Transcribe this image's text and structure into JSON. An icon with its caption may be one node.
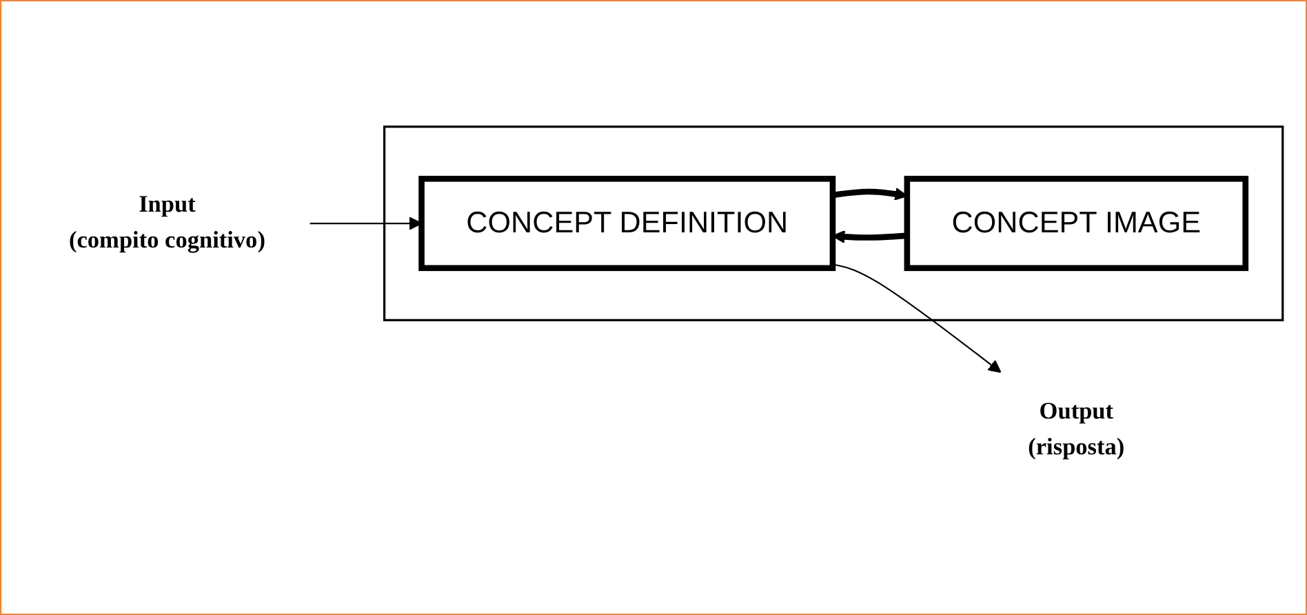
{
  "diagram": {
    "nodes": [
      {
        "text": [
          "Output",
          "(risposta)"
        ]
      },
      {
        "text": [],
        "shape": "box"
      },
      {
        "text": [
          "CONCEPT DEFINITION"
        ],
        "in": 1
      },
      {
        "text": [
          "CONCEPT IMAGE"
        ],
        "in": 1
      },
      {
        "text": [
          "Input",
          "(compito cognitivo)"
        ]
      }
    ],
    "edges": [
      {
        "from": 2,
        "to": 0,
        "arrow": "to"
      },
      {
        "from": 2,
        "to": 3,
        "arrow": "to",
        "style": "thick"
      },
      {
        "from": 3,
        "to": 2,
        "arrow": "to",
        "style": "thick"
      },
      {
        "from": 4,
        "to": 2,
        "arrow": "to"
      }
    ]
  }
}
